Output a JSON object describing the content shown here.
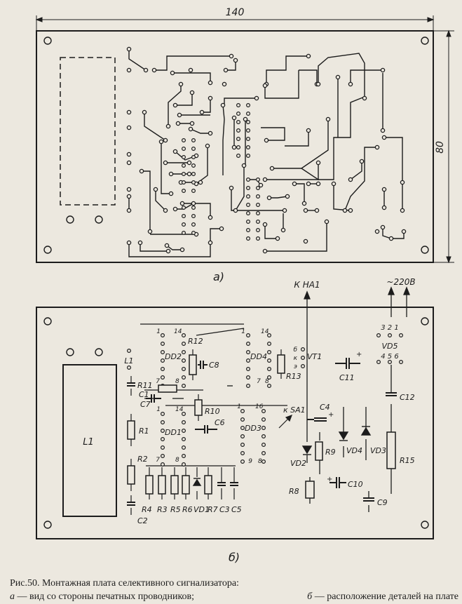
{
  "dimensions": {
    "width": "140",
    "height": "80"
  },
  "panel_a": {
    "label": "а)"
  },
  "panel_b": {
    "label": "б)",
    "connections": {
      "ha1": "К НА1",
      "mains": "~220В",
      "sa1": "к SA1"
    },
    "vd5": {
      "name": "VD5",
      "pins_top": "3 2 1",
      "pins_bottom": "4 5 6"
    },
    "vt1": {
      "name": "VT1",
      "pins": [
        "б",
        "к",
        "э"
      ]
    },
    "chips": [
      {
        "name": "DD2",
        "pin_tl": "1",
        "pin_tr": "14",
        "pin_bl": "7",
        "pin_br": "8"
      },
      {
        "name": "DD4",
        "pin_tl": "1",
        "pin_tr": "14",
        "pin_bl": "7",
        "pin_br": "8"
      },
      {
        "name": "DD1",
        "pin_tl": "1",
        "pin_tr": "14",
        "pin_bl": "7",
        "pin_br": "8"
      },
      {
        "name": "DD3",
        "pin_tl": "1",
        "pin_tr": "16",
        "pin_bl": "9",
        "pin_br": "8"
      }
    ],
    "components": {
      "L1": "L1",
      "L1_big": "L1",
      "R11": "R11",
      "C1": "C1",
      "C7": "C7",
      "R12": "R12",
      "C8": "C8",
      "R13": "R13",
      "C11": "C11",
      "R10": "R10",
      "C6": "C6",
      "C4": "C4",
      "R1": "R1",
      "R2": "R2",
      "R9": "R9",
      "VD4": "VD4",
      "VD3": "VD3",
      "C12": "C12",
      "R15": "R15",
      "VD2": "VD2",
      "R8": "R8",
      "C10": "C10",
      "C9": "C9",
      "C2": "C2"
    },
    "bottom_row": [
      "R4",
      "R3",
      "R5",
      "R6",
      "VD1",
      "R7",
      "C3",
      "C5"
    ]
  },
  "caption": {
    "title": "Рис.50. Монтажная плата селективного сигнализатора:",
    "line2_left_italic": "а",
    "line2_left": " — вид со стороны печатных проводников; ",
    "line2_right_italic": "б",
    "line2_right": " — расположение деталей на плате"
  }
}
